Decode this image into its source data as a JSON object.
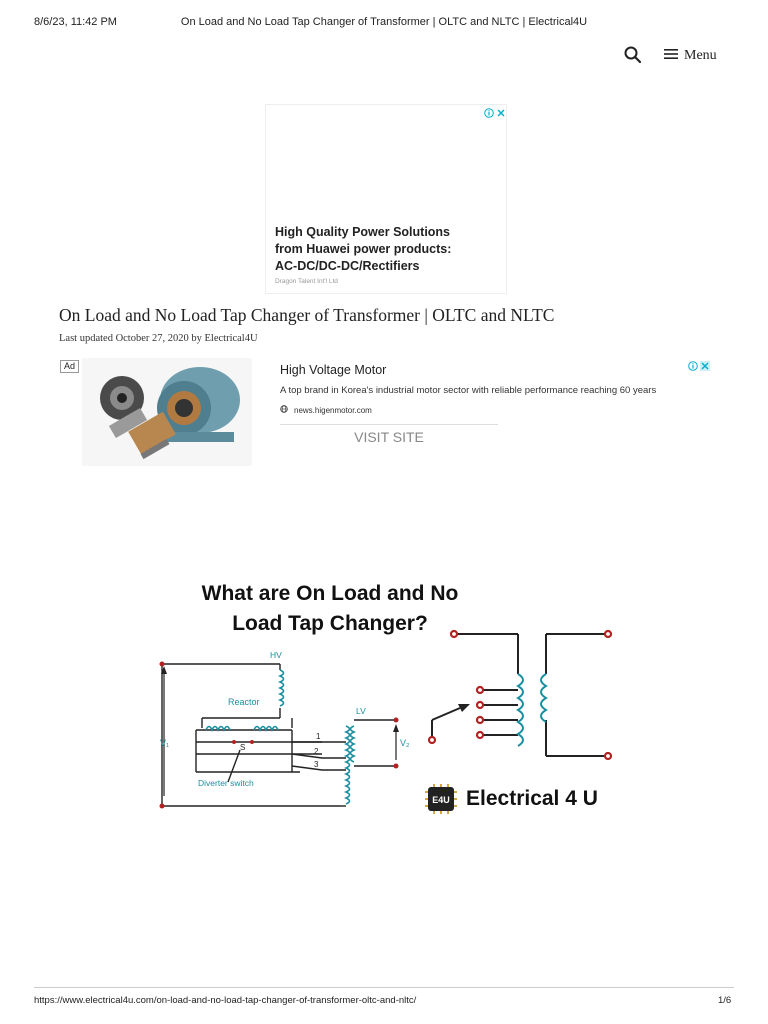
{
  "print_header": {
    "datetime": "8/6/23, 11:42 PM",
    "page_title": "On Load and No Load Tap Changer of Transformer | OLTC and NLTC | Electrical4U"
  },
  "nav": {
    "menu_label": "Menu",
    "icons": [
      "search-icon",
      "hamburger-icon"
    ]
  },
  "ad_top": {
    "headline_line1": "High Quality Power Solutions",
    "headline_line2": "from Huawei power products:",
    "headline_line3": "AC-DC/DC-DC/Rectifiers",
    "sponsor": "Dragon Talent Int'l Ltd"
  },
  "article": {
    "title": "On Load and No Load Tap Changer of Transformer | OLTC and NLTC",
    "meta": "Last updated October 27, 2020 by Electrical4U"
  },
  "ad_motor": {
    "tag": "Ad",
    "headline": "High Voltage Motor",
    "description": "A top brand in Korea's industrial motor sector with reliable performance reaching 60 years",
    "source": "news.higenmotor.com",
    "cta": "VISIT SITE"
  },
  "diagram": {
    "title_line1": "What are On Load and No",
    "title_line2": "Load Tap Changer?",
    "label_hv": "HV",
    "label_reactor": "Reactor",
    "label_lv": "LV",
    "label_v1": "V₁",
    "label_v2": "V₂",
    "label_s": "S",
    "label_diverter": "Diverter switch",
    "label_tap1": "1",
    "label_tap2": "2",
    "label_tap3": "3",
    "accent_color": "#1a8fa0",
    "wire_color": "#222222",
    "terminal_color": "#b22222"
  },
  "brand": {
    "badge": "E4U",
    "name": "Electrical 4 U"
  },
  "footer": {
    "url": "https://www.electrical4u.com/on-load-and-no-load-tap-changer-of-transformer-oltc-and-nltc/",
    "page": "1/6"
  }
}
